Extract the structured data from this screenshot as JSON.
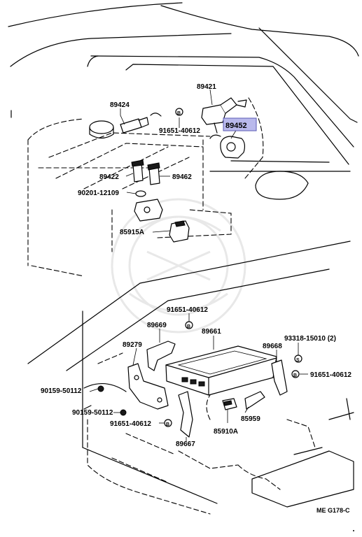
{
  "colors": {
    "line": "#000000",
    "background": "#ffffff",
    "highlight_fill": "#b9b9ec",
    "highlight_stroke": "#5a5ab4",
    "watermark": "#e8e8e8"
  },
  "callouts": {
    "p89421": "89421",
    "p89424": "89424",
    "p89452": "89452",
    "p91651_40612_top": "91651-40612",
    "p89422": "89422",
    "p89462": "89462",
    "p90201_12109": "90201-12109",
    "p85915A": "85915A",
    "p91651_40612_mid": "91651-40612",
    "p89669": "89669",
    "p89661": "89661",
    "p89279": "89279",
    "p93318_15010": "93318-15010 (2)",
    "p89668": "89668",
    "p91651_40612_right": "91651-40612",
    "p90159_50112_a": "90159-50112",
    "p90159_50112_b": "90159-50112",
    "p91651_40612_bottom": "91651-40612",
    "p85959": "85959",
    "p85910A": "85910A",
    "p89667": "89667"
  },
  "footer": {
    "code": "ME G178-C"
  }
}
